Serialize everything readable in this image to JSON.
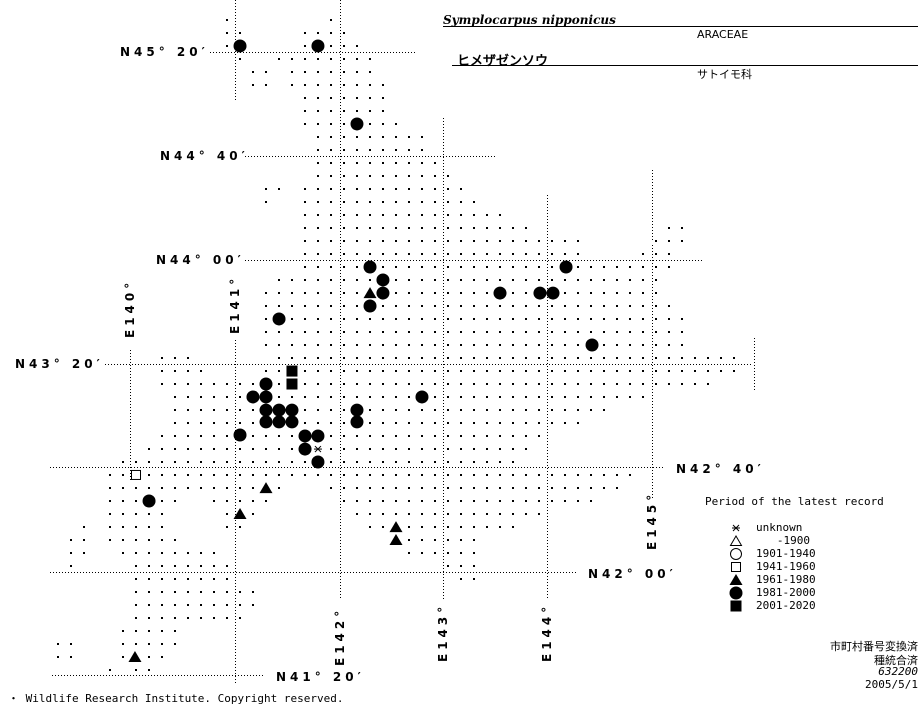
{
  "header": {
    "scientific_name": "Symplocarpus nipponicus",
    "family_latin": "ARACEAE",
    "japanese_name": "ヒメザゼンソウ",
    "family_japanese": "サトイモ科"
  },
  "latitude_labels": [
    "N45° 20′",
    "N44° 40′",
    "N44° 00′",
    "N43° 20′",
    "N42° 40′",
    "N42° 00′",
    "N41° 20′"
  ],
  "longitude_labels": [
    "E140°",
    "E141°",
    "E142°",
    "E143°",
    "E144°",
    "E145°"
  ],
  "legend": {
    "title": "Period of the latest record",
    "items": [
      {
        "symbol": "asterisk",
        "label": "unknown"
      },
      {
        "symbol": "open-triangle",
        "label": "-1900"
      },
      {
        "symbol": "open-circle",
        "label": "1901-1940"
      },
      {
        "symbol": "open-square",
        "label": "1941-1960"
      },
      {
        "symbol": "filled-triangle",
        "label": "1961-1980"
      },
      {
        "symbol": "filled-circle",
        "label": "1981-2000"
      },
      {
        "symbol": "filled-square",
        "label": "2001-2020"
      }
    ]
  },
  "footer": {
    "note1": "市町村番号変換済",
    "note2": "種統合済",
    "code": "632200",
    "date": "2005/5/1",
    "copyright": "・ Wildlife Research Institute. Copyright reserved."
  },
  "records": [
    [
      141.063,
      45.372,
      5
    ],
    [
      141.816,
      45.372,
      5
    ],
    [
      142.193,
      44.872,
      5
    ],
    [
      142.319,
      43.955,
      5
    ],
    [
      142.444,
      43.872,
      5
    ],
    [
      142.319,
      43.788,
      4
    ],
    [
      142.444,
      43.788,
      5
    ],
    [
      142.319,
      43.705,
      5
    ],
    [
      141.44,
      43.622,
      5
    ],
    [
      143.575,
      43.788,
      5
    ],
    [
      143.961,
      43.788,
      5
    ],
    [
      144.087,
      43.788,
      5
    ],
    [
      144.213,
      43.955,
      5
    ],
    [
      144.464,
      43.455,
      5
    ],
    [
      141.565,
      43.288,
      6
    ],
    [
      141.565,
      43.205,
      6
    ],
    [
      141.314,
      43.205,
      5
    ],
    [
      141.188,
      43.122,
      5
    ],
    [
      141.314,
      43.122,
      5
    ],
    [
      141.314,
      43.038,
      5
    ],
    [
      141.44,
      43.038,
      5
    ],
    [
      141.565,
      43.038,
      5
    ],
    [
      141.314,
      42.962,
      5
    ],
    [
      141.44,
      42.962,
      5
    ],
    [
      141.565,
      42.962,
      5
    ],
    [
      141.063,
      42.878,
      5
    ],
    [
      141.691,
      42.872,
      5
    ],
    [
      141.816,
      42.872,
      5
    ],
    [
      141.691,
      42.788,
      5
    ],
    [
      141.816,
      42.788,
      0
    ],
    [
      141.816,
      42.705,
      5
    ],
    [
      142.193,
      43.038,
      5
    ],
    [
      142.193,
      42.962,
      5
    ],
    [
      142.821,
      43.122,
      5
    ],
    [
      140.058,
      42.622,
      3
    ],
    [
      140.184,
      42.455,
      5
    ],
    [
      141.314,
      42.538,
      4
    ],
    [
      141.063,
      42.372,
      4
    ],
    [
      142.57,
      42.288,
      4
    ],
    [
      142.57,
      42.205,
      4
    ],
    [
      140.048,
      41.455,
      4
    ]
  ]
}
